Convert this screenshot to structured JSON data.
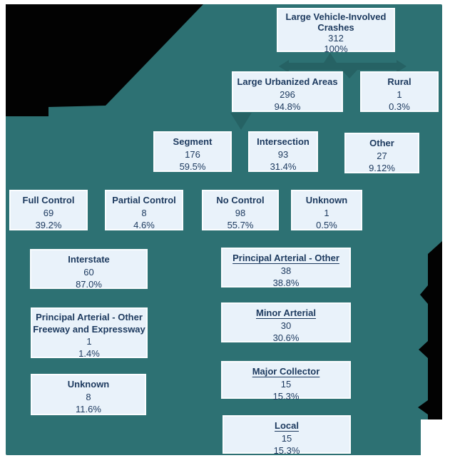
{
  "colors": {
    "page_background": "#ffffff",
    "canvas_teal": "#2d7173",
    "connector_teal": "#266264",
    "cutout_black": "#020202",
    "node_fill": "#e9f2fa",
    "node_border": "#fbfdff",
    "node_text": "#1c395e"
  },
  "nodes": {
    "root": {
      "title": "Large Vehicle-Involved Crashes",
      "count": "312",
      "percent": "100%"
    },
    "urban": {
      "title": "Large Urbanized Areas",
      "count": "296",
      "percent": "94.8%"
    },
    "rural": {
      "title": "Rural",
      "count": "1",
      "percent": "0.3%"
    },
    "segment": {
      "title": "Segment",
      "count": "176",
      "percent": "59.5%"
    },
    "intersection": {
      "title": "Intersection",
      "count": "93",
      "percent": "31.4%"
    },
    "other": {
      "title": "Other",
      "count": "27",
      "percent": "9.12%"
    },
    "full_control": {
      "title": "Full Control",
      "count": "69",
      "percent": "39.2%"
    },
    "partial_control": {
      "title": "Partial Control",
      "count": "8",
      "percent": "4.6%"
    },
    "no_control": {
      "title": "No Control",
      "count": "98",
      "percent": "55.7%"
    },
    "unknown_control": {
      "title": "Unknown",
      "count": "1",
      "percent": "0.5%"
    },
    "interstate": {
      "title": "Interstate",
      "count": "60",
      "percent": "87.0%"
    },
    "pa_freeway": {
      "title": "Principal Arterial - Other Freeway and Expressway",
      "count": "1",
      "percent": "1.4%"
    },
    "unknown_func": {
      "title": "Unknown",
      "count": "8",
      "percent": "11.6%"
    },
    "pa_other": {
      "title": "Principal Arterial - Other",
      "count": "38",
      "percent": "38.8%"
    },
    "minor_arterial": {
      "title": "Minor Arterial",
      "count": "30",
      "percent": "30.6%"
    },
    "major_collector": {
      "title": "Major Collector",
      "count": "15",
      "percent": "15.3%"
    },
    "local": {
      "title": "Local",
      "count": "15",
      "percent": "15.3%"
    }
  }
}
